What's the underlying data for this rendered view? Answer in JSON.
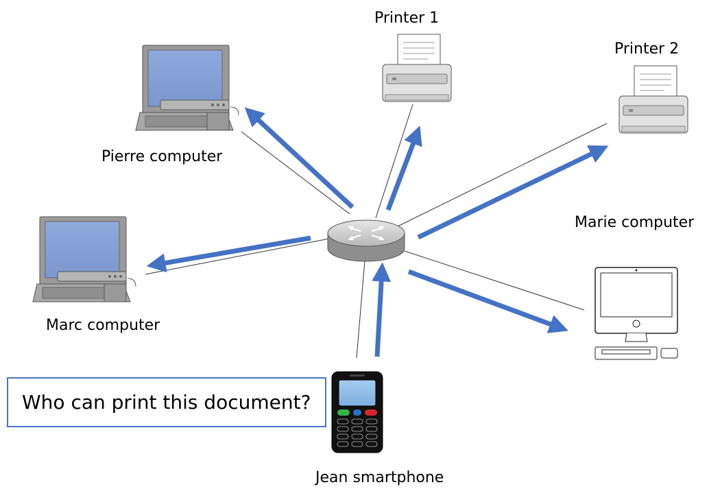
{
  "labels": {
    "printer1": "Printer 1",
    "printer2": "Printer 2",
    "pierre": "Pierre computer",
    "marc": "Marc computer",
    "marie": "Marie computer",
    "jean": "Jean smartphone"
  },
  "callout": {
    "text": "Who can print this document?"
  },
  "colors": {
    "arrow": "#4472c4",
    "link_line": "#333333",
    "callout_border": "#4a74c9"
  },
  "icons": [
    "router-icon",
    "desktop-computer-icon",
    "printer-icon",
    "imac-computer-icon",
    "smartphone-icon"
  ]
}
